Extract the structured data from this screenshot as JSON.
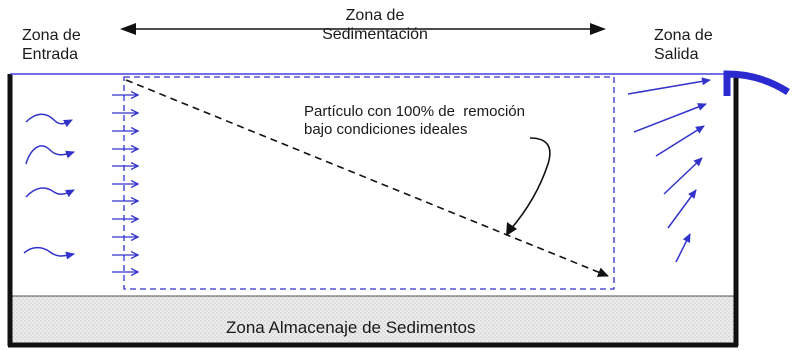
{
  "zones": {
    "inlet": {
      "line1": "Zona de",
      "line2": "Entrada"
    },
    "settling": {
      "line1": "Zona de",
      "line2": "Sedimentación"
    },
    "outlet": {
      "line1": "Zona de",
      "line2": "Salida"
    },
    "storage": {
      "label": "Zona Almacenaje de Sedimentos"
    }
  },
  "particle_note": {
    "line1": "Partículo con 100% de  remoción",
    "line2": "bajo condiciones ideales"
  },
  "colors": {
    "flow_arrow": "#3333cc",
    "water_surface": "#4444dd",
    "tank_wall": "#111111",
    "dashed_path": "#111111",
    "sediment_fill": "#e6e6e6"
  }
}
